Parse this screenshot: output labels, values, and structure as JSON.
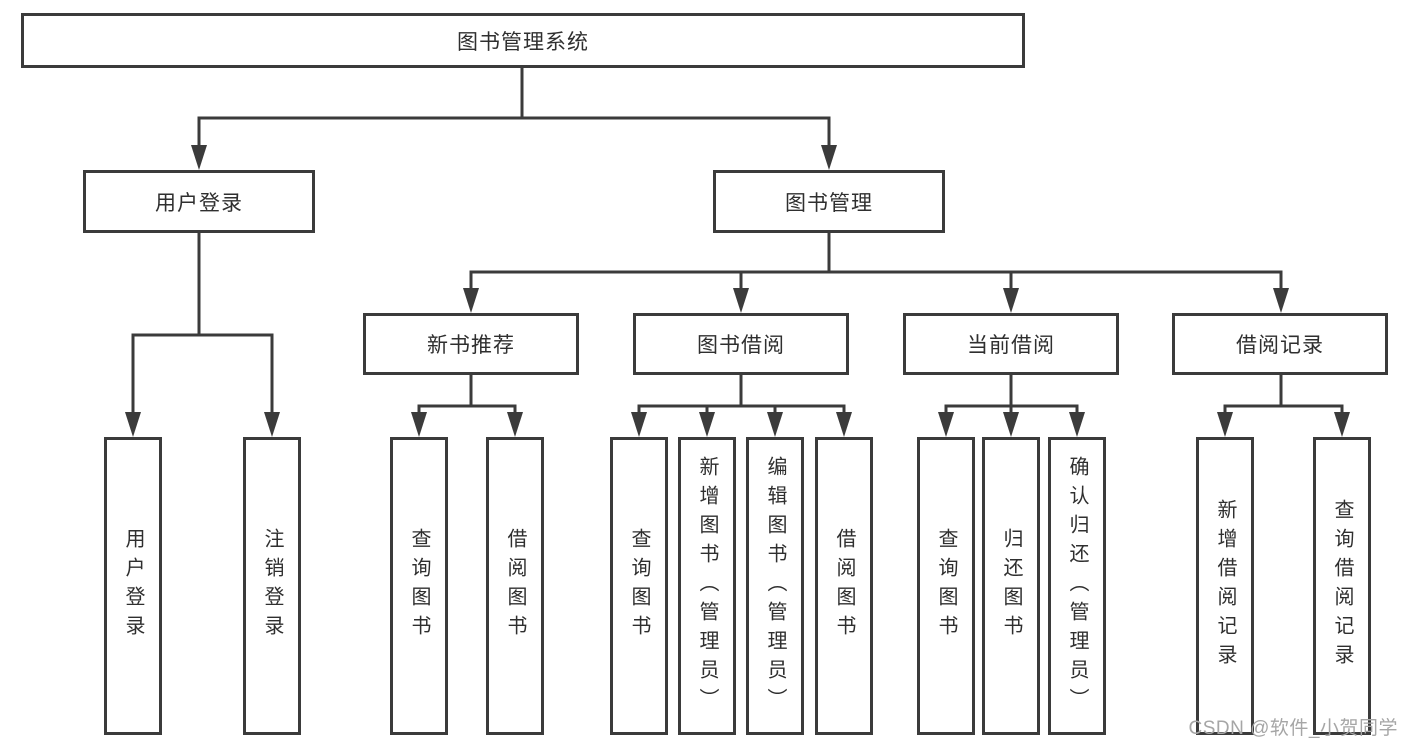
{
  "tree": {
    "root": {
      "label": "图书管理系统"
    },
    "level2": [
      {
        "label": "用户登录"
      },
      {
        "label": "图书管理"
      }
    ],
    "level3": [
      {
        "label": "新书推荐",
        "parent": "图书管理"
      },
      {
        "label": "图书借阅",
        "parent": "图书管理"
      },
      {
        "label": "当前借阅",
        "parent": "图书管理"
      },
      {
        "label": "借阅记录",
        "parent": "图书管理"
      }
    ],
    "leaves": [
      {
        "label": "用户登录",
        "parent": "用户登录"
      },
      {
        "label": "注销登录",
        "parent": "用户登录"
      },
      {
        "label": "查询图书",
        "parent": "新书推荐"
      },
      {
        "label": "借阅图书",
        "parent": "新书推荐"
      },
      {
        "label": "查询图书",
        "parent": "图书借阅"
      },
      {
        "label": "新增图书（管理员）",
        "parent": "图书借阅"
      },
      {
        "label": "编辑图书（管理员）",
        "parent": "图书借阅"
      },
      {
        "label": "借阅图书",
        "parent": "图书借阅"
      },
      {
        "label": "查询图书",
        "parent": "当前借阅"
      },
      {
        "label": "归还图书",
        "parent": "当前借阅"
      },
      {
        "label": "确认归还（管理员）",
        "parent": "当前借阅"
      },
      {
        "label": "新增借阅记录",
        "parent": "借阅记录"
      },
      {
        "label": "查询借阅记录",
        "parent": "借阅记录"
      }
    ]
  },
  "watermark": {
    "text": "CSDN @软件_小贺同学"
  },
  "colors": {
    "line": "#3b3b3b",
    "box_border": "#3b3b3b",
    "text": "#2f2f2f",
    "background": "#ffffff",
    "watermark": "#a6a6a6"
  }
}
